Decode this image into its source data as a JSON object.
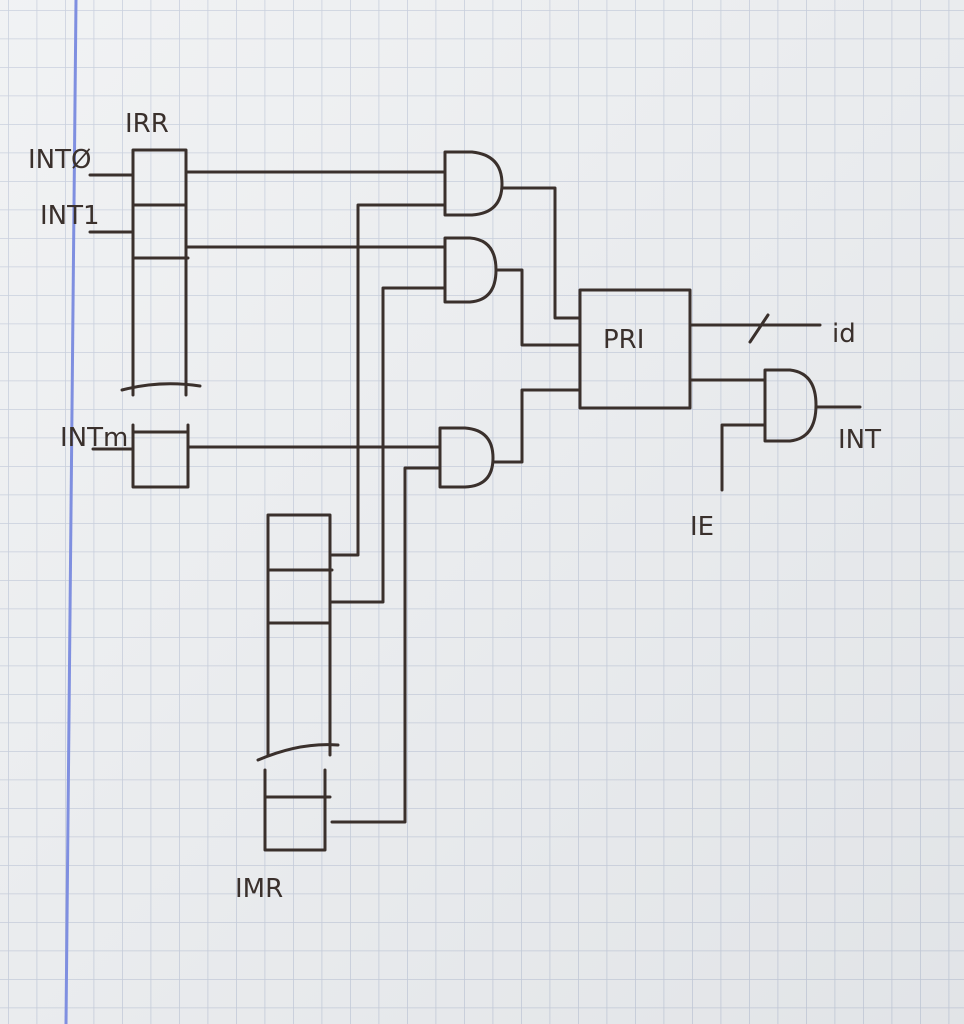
{
  "diagram": {
    "title": "Interrupt controller",
    "irr": {
      "label": "IRR"
    },
    "imr": {
      "label": "IMR"
    },
    "inputs": [
      {
        "label": "INTØ"
      },
      {
        "label": "INT1"
      },
      {
        "label": "INTm"
      }
    ],
    "priority_encoder": {
      "label": "PRI"
    },
    "outputs": {
      "id_label": "id",
      "int_label": "INT",
      "enable_label": "IE"
    },
    "colors": {
      "ink": "#3a302c",
      "grid": "#b9c2d4",
      "margin": "#7f8fe0",
      "paper": "#eceef0"
    }
  }
}
